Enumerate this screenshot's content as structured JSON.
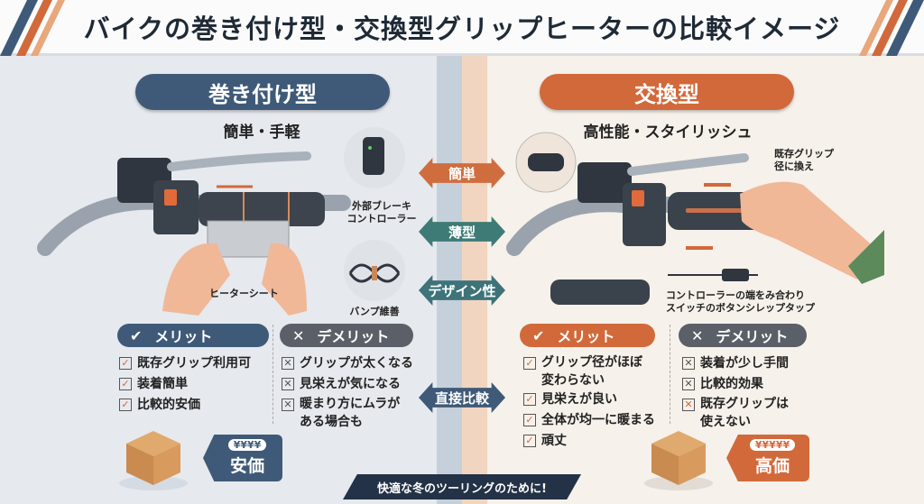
{
  "title": "バイクの巻き付け型・交換型グリップヒーターの比較イメージ",
  "colors": {
    "left_accent": "#3f5a78",
    "right_accent": "#d2693a",
    "teal": "#3f7b76",
    "navy": "#233246"
  },
  "left": {
    "heading": "巻き付け型",
    "subtitle": "簡単・手軽",
    "labels": {
      "controller": "外部ブレーキ\nコントローラー",
      "sheet": "ヒーターシート",
      "cable": "バンプ維善"
    },
    "merit_label": "メリット",
    "merits": [
      "既存グリップ利用可",
      "装着簡単",
      "比較的安価"
    ],
    "demerit_label": "デメリット",
    "demerits": [
      "グリップが太くなる",
      "見栄えが気になる",
      "暖まり方にムラが\nある場合も"
    ],
    "price_symbols": "¥¥¥¥",
    "price_label": "安価"
  },
  "right": {
    "heading": "交換型",
    "subtitle": "高性能・スタイリッシュ",
    "labels": {
      "replace": "既存グリップ\n径に換え",
      "controller": "コントローラーの端をみ合わり\nスイッチのボタンシレップタップ"
    },
    "merit_label": "メリット",
    "merits": [
      "グリップ径がほぼ\n変わらない",
      "見栄えが良い",
      "全体が均一に暖まる",
      "頑丈"
    ],
    "demerit_label": "デメリット",
    "demerits": [
      "装着が少し手間",
      "比較的効果",
      "既存グリップは\n使えない"
    ],
    "price_symbols": "¥¥¥¥¥",
    "price_label": "高価"
  },
  "center": {
    "arrows": [
      "簡単",
      "薄型",
      "デザイン性",
      "直接比較"
    ]
  },
  "footer": "快適な冬のツーリングのために!"
}
